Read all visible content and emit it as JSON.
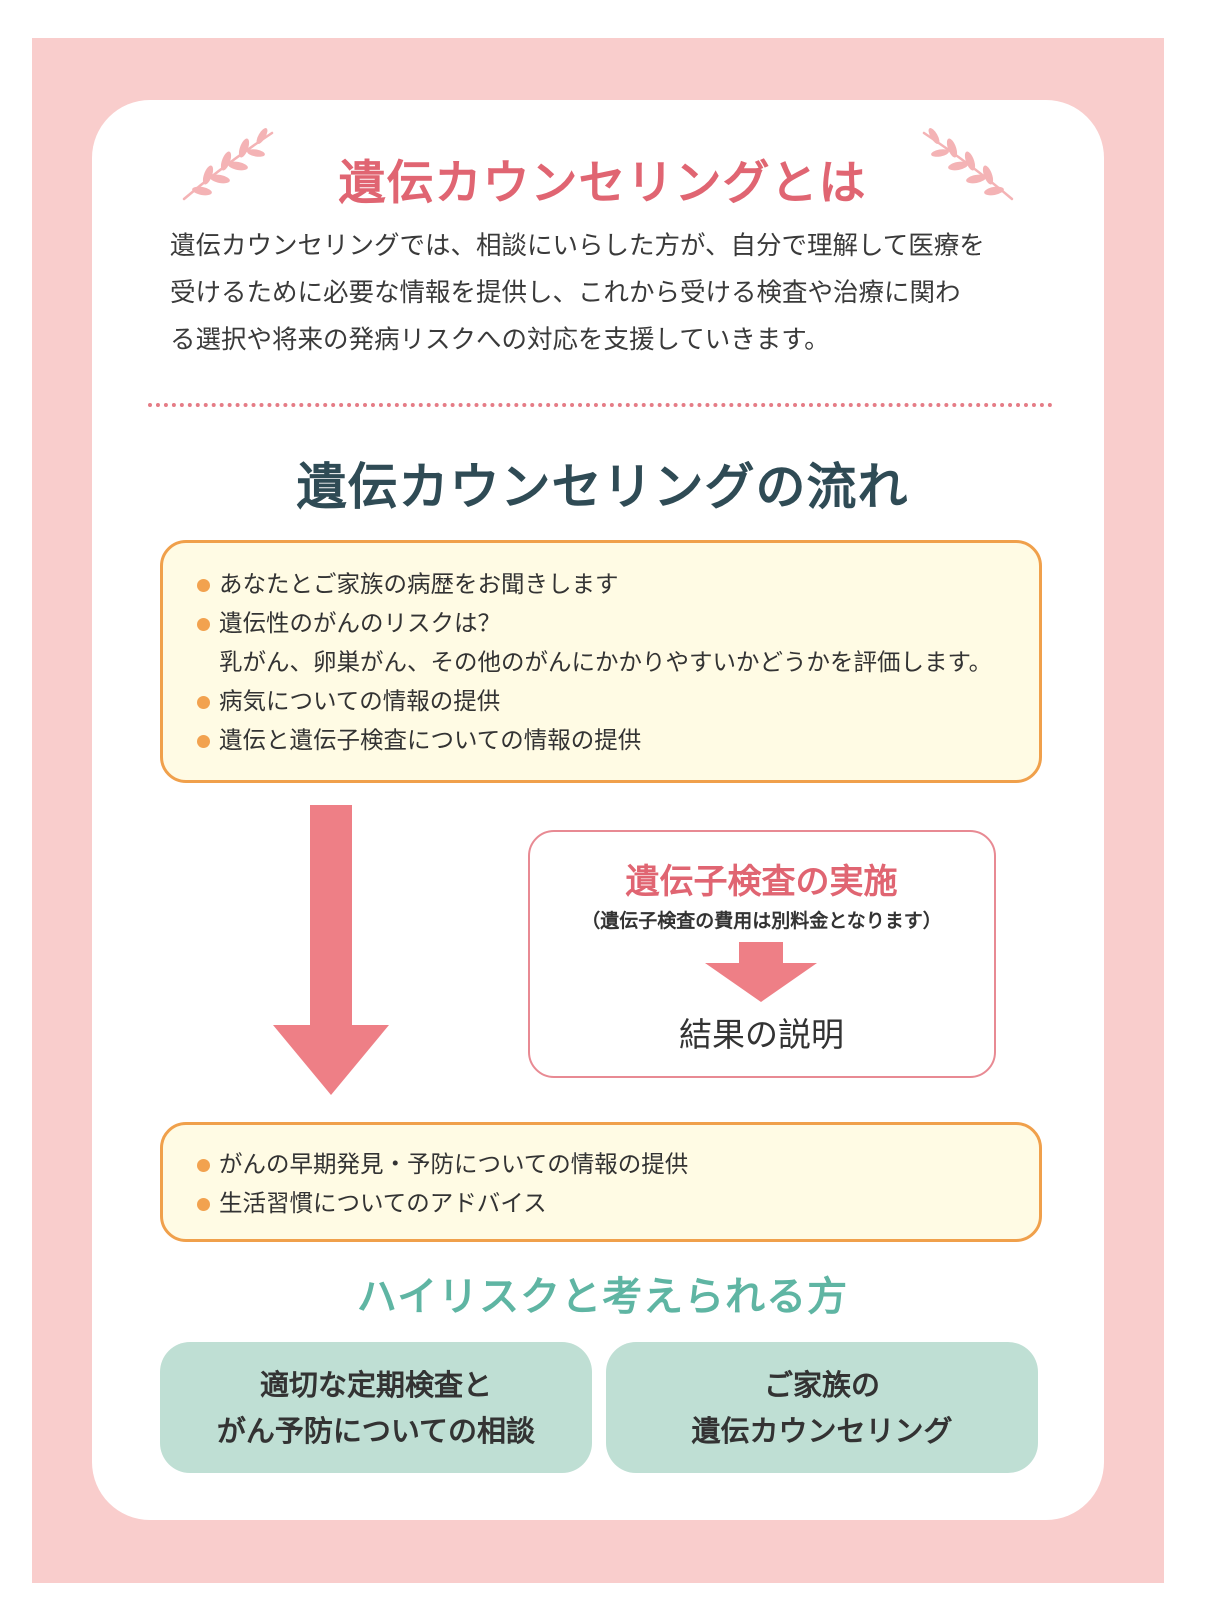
{
  "colors": {
    "frame": "#f9cdcc",
    "accent_pink": "#e06572",
    "flow_title": "#2f4b55",
    "box_fill": "#fffbe4",
    "box_border": "#f0a04b",
    "arrow": "#ee7f86",
    "teal_title": "#5fb5a3",
    "green_box": "#bfdfd4"
  },
  "header": {
    "title": "遺伝カウンセリングとは",
    "decoration_icon": "leaf-branch-icon"
  },
  "intro": {
    "lines": [
      "遺伝カウンセリングでは、相談にいらした方が、自分で理解して医療を",
      "受けるために必要な情報を提供し、これから受ける検査や治療に関わ",
      "る選択や将来の発病リスクへの対応を支援していきます。"
    ]
  },
  "flow": {
    "title": "遺伝カウンセリングの流れ",
    "box1": {
      "items": [
        "あなたとご家族の病歴をお聞きします",
        "遺伝性のがんのリスクは？",
        "病気についての情報の提供",
        "遺伝と遺伝子検査についての情報の提供"
      ],
      "sub_line": "乳がん、卵巣がん、その他のがんにかかりやすいかどうかを評価します。"
    },
    "test": {
      "title": "遺伝子検査の実施",
      "note": "（遺伝子検査の費用は別料金となります）",
      "result": "結果の説明"
    },
    "box2": {
      "items": [
        "がんの早期発見・予防についての情報の提供",
        "生活習慣についてのアドバイス"
      ]
    }
  },
  "risk": {
    "title": "ハイリスクと考えられる方",
    "cards": [
      {
        "line1": "適切な定期検査と",
        "line2": "がん予防についての相談"
      },
      {
        "line1": "ご家族の",
        "line2": "遺伝カウンセリング"
      }
    ]
  }
}
